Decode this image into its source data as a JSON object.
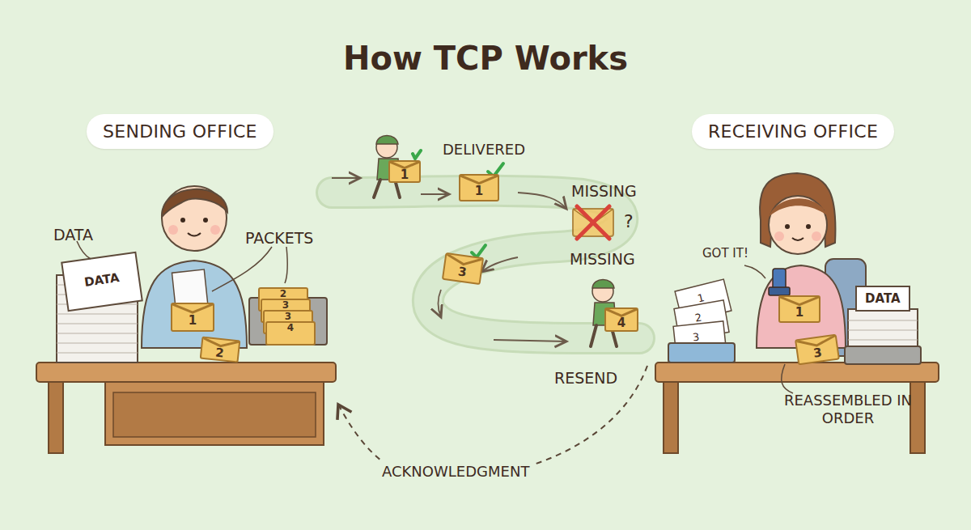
{
  "diagram": {
    "title": "How TCP Works",
    "nodes": [
      {
        "text": [
          "SENDING OFFICE"
        ]
      },
      {
        "text": [
          "RECEIVING OFFICE"
        ]
      },
      {
        "text": [
          "1"
        ]
      },
      {
        "text": [
          "2"
        ]
      },
      {
        "text": [
          "2"
        ]
      },
      {
        "text": [
          "3"
        ]
      },
      {
        "text": [
          "3"
        ]
      },
      {
        "text": [
          "4"
        ]
      },
      {
        "text": [
          "1"
        ]
      },
      {
        "text": [
          "1"
        ]
      },
      {
        "text": [
          "3"
        ]
      },
      {
        "text": [
          "4"
        ]
      },
      {
        "text": [
          "1"
        ]
      },
      {
        "text": [
          "3"
        ]
      }
    ],
    "labels": [
      "DATA",
      "DATA",
      "PACKETS",
      "DELIVERED",
      "MISSING",
      "?",
      "MISSING",
      "RESEND",
      "GOT IT!",
      "1",
      "2",
      "3",
      "DATA",
      "REASSEMBLED IN ORDER",
      "ACKNOWLEDGMENT"
    ]
  }
}
